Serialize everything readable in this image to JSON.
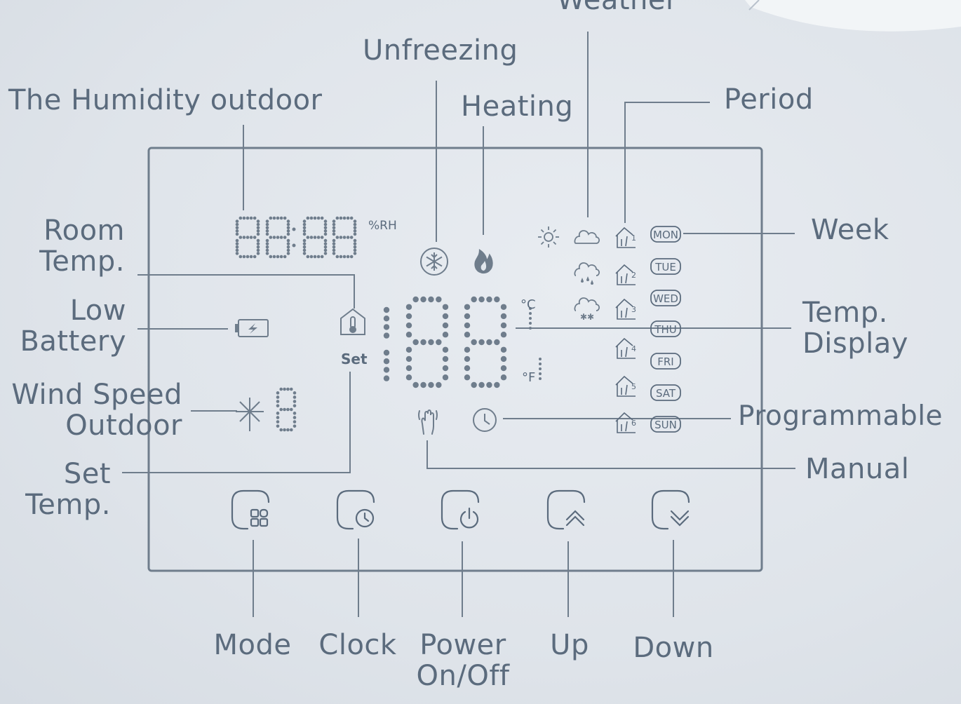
{
  "colors": {
    "background": "#e2e7ed",
    "ink": "#5b6b7d",
    "line": "#6f7d8c"
  },
  "callouts": {
    "humidity": "The Humidity outdoor",
    "unfreezing": "Unfreezing",
    "heating": "Heating",
    "weather": "Weather",
    "period": "Period",
    "room_temp": [
      "Room",
      "Temp."
    ],
    "low_battery": [
      "Low",
      "Battery"
    ],
    "wind_speed": [
      "Wind Speed",
      "Outdoor"
    ],
    "set_temp": [
      "Set",
      "Temp."
    ],
    "week": "Week",
    "temp_display": [
      "Temp.",
      "Display"
    ],
    "programmable": "Programmable",
    "manual": "Manual",
    "mode": "Mode",
    "clock": "Clock",
    "power": [
      "Power",
      "On/Off"
    ],
    "up": "Up",
    "down": "Down"
  },
  "display": {
    "rh_unit": "%RH",
    "set_text": "Set",
    "celsius": "°C",
    "fahrenheit": "°F",
    "days": [
      "MON",
      "TUE",
      "WED",
      "THU",
      "FRI",
      "SAT",
      "SUN"
    ],
    "periods": [
      "1",
      "2",
      "3",
      "4",
      "5",
      "6"
    ]
  },
  "icons": {
    "weather": [
      "sun-icon",
      "cloud-icon",
      "rain-cloud-icon",
      "snow-cloud-icon"
    ],
    "status": [
      "snowflake-icon",
      "flame-icon",
      "battery-low-icon",
      "home-thermometer-icon",
      "wind-icon",
      "manual-hand-icon",
      "clock-icon"
    ],
    "buttons": [
      "mode-grid-icon",
      "clock-icon",
      "power-icon",
      "chevron-up-icon",
      "chevron-down-icon"
    ]
  }
}
